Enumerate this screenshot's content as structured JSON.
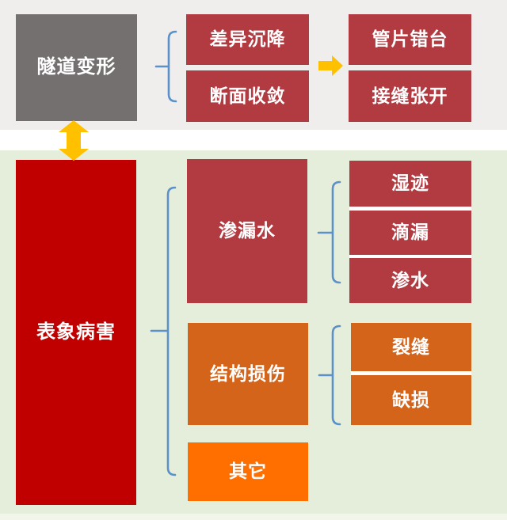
{
  "colors": {
    "bg-top": "#efeeec",
    "bg-band": "#ffffff",
    "bg-green": "#e5eedb",
    "gray-node": "#757070",
    "brick-red": "#b23b41",
    "bright-red": "#c00000",
    "dark-orange": "#d4641a",
    "bright-orange": "#ff6f00",
    "gold": "#ffc000",
    "brace-blue": "#5b90c9",
    "text": "#ffffff"
  },
  "tunnel_deformation": {
    "root": "隧道变形",
    "modes": [
      "差异沉降",
      "断面收敛"
    ],
    "effects": [
      "管片错台",
      "接缝张开"
    ]
  },
  "surface_defects": {
    "root": "表象病害",
    "leakage": {
      "label": "渗漏水",
      "types": [
        "湿迹",
        "滴漏",
        "渗水"
      ]
    },
    "structural_damage": {
      "label": "结构损伤",
      "types": [
        "裂缝",
        "缺损"
      ]
    },
    "other": {
      "label": "其它"
    }
  }
}
